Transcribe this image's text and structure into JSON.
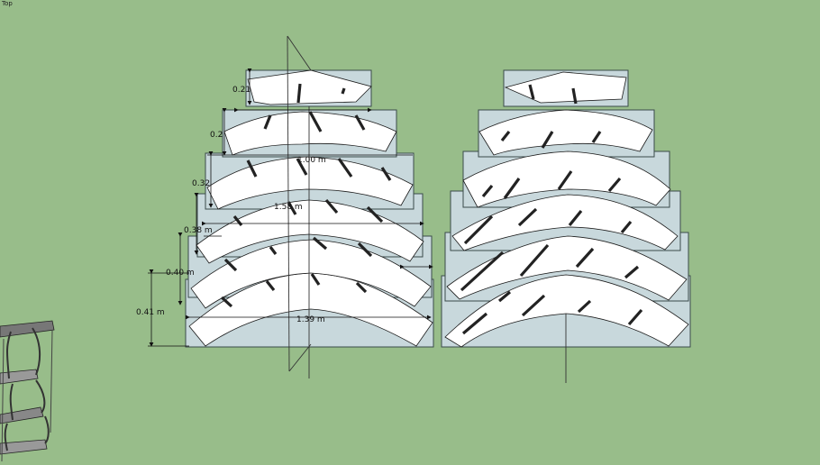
{
  "view": {
    "label": "Top"
  },
  "dimensions": {
    "h1": "0.21",
    "h2": "0.2",
    "w1": "1.00 m",
    "h3": "0.32",
    "w2": "1.58 m",
    "h4": "0.38 m",
    "h5": "0.40 m",
    "h6": "0.41 m",
    "w3": "1.39 m"
  },
  "colors": {
    "background": "#98bd8a",
    "sheet": "#c8d8dc",
    "panel": "#ffffff",
    "edge": "#1a1a1a"
  }
}
